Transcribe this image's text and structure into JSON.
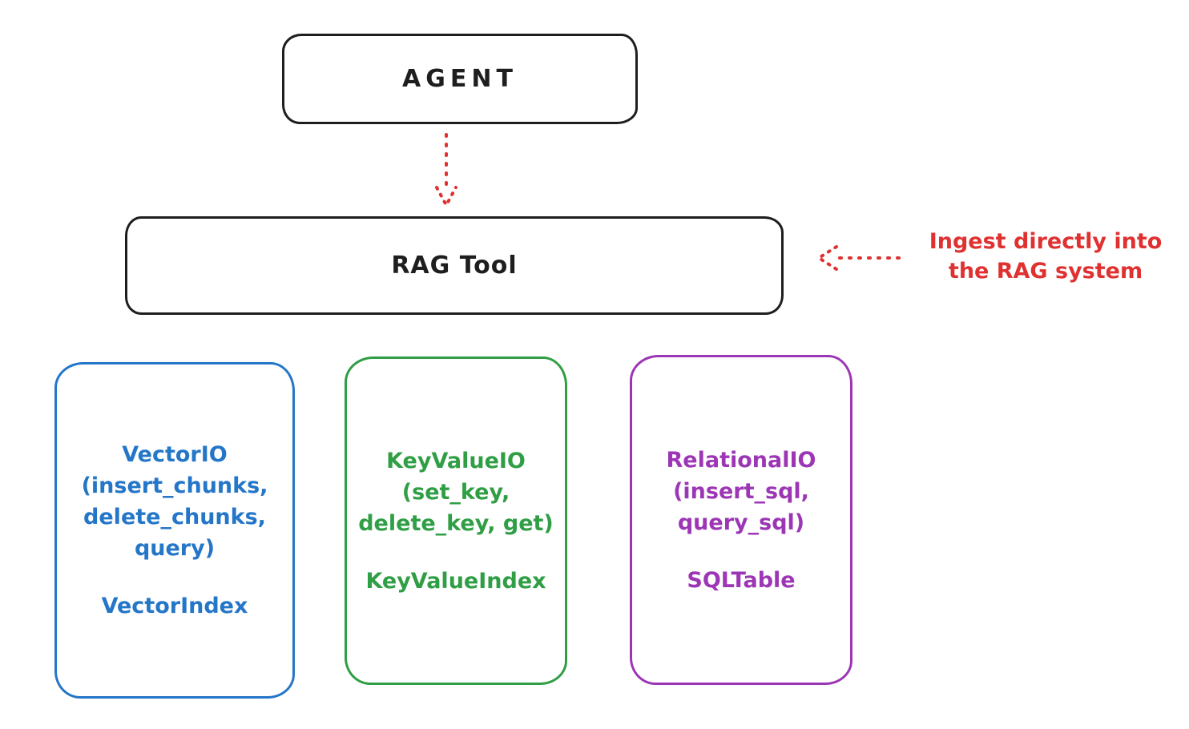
{
  "colors": {
    "stroke": "#1e1e1e",
    "accent_red": "#e03131",
    "vector_blue": "#2476c8",
    "keyvalue_green": "#2f9e44",
    "relational_purple": "#9c36b5"
  },
  "agent": {
    "label": "AGENT"
  },
  "rag_tool": {
    "label": "RAG Tool"
  },
  "ingest_note": {
    "line1": "Ingest directly into",
    "line2": "the RAG system"
  },
  "arrows": [
    {
      "name": "agent-to-rag-dotted-arrow",
      "style": "dotted",
      "direction": "down"
    },
    {
      "name": "ingest-dotted-arrow",
      "style": "dotted",
      "direction": "left"
    }
  ],
  "io_boxes": [
    {
      "id": "vector-io",
      "lines": [
        "VectorIO",
        "(insert_chunks,",
        "delete_chunks,",
        "query)"
      ],
      "footer": "VectorIndex"
    },
    {
      "id": "keyvalue-io",
      "lines": [
        "KeyValueIO",
        "(set_key,",
        "delete_key, get)"
      ],
      "footer": "KeyValueIndex"
    },
    {
      "id": "relational-io",
      "lines": [
        "RelationalIO",
        "(insert_sql,",
        "query_sql)"
      ],
      "footer": "SQLTable"
    }
  ]
}
